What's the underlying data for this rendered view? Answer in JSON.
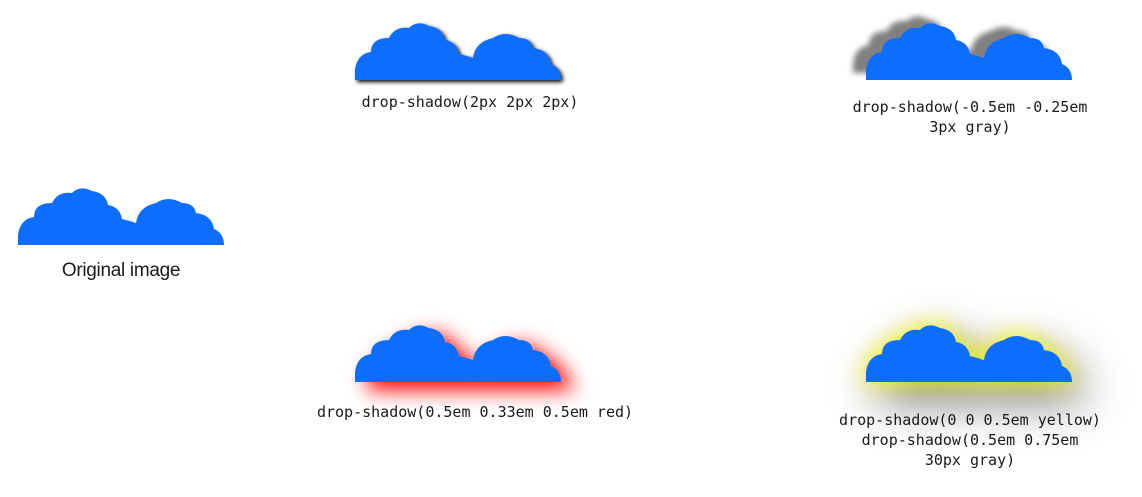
{
  "cloud_color": "#0d6efd",
  "original": {
    "caption": "Original image"
  },
  "examples": [
    {
      "caption_lines": [
        "drop-shadow(2px 2px 2px)"
      ]
    },
    {
      "caption_lines": [
        "drop-shadow(-0.5em -0.25em",
        "3px gray)"
      ]
    },
    {
      "caption_lines": [
        "drop-shadow(0.5em 0.33em 0.5em red)"
      ]
    },
    {
      "caption_lines": [
        "drop-shadow(0 0 0.5em yellow)",
        "drop-shadow(0.5em 0.75em",
        "30px gray)"
      ]
    }
  ]
}
